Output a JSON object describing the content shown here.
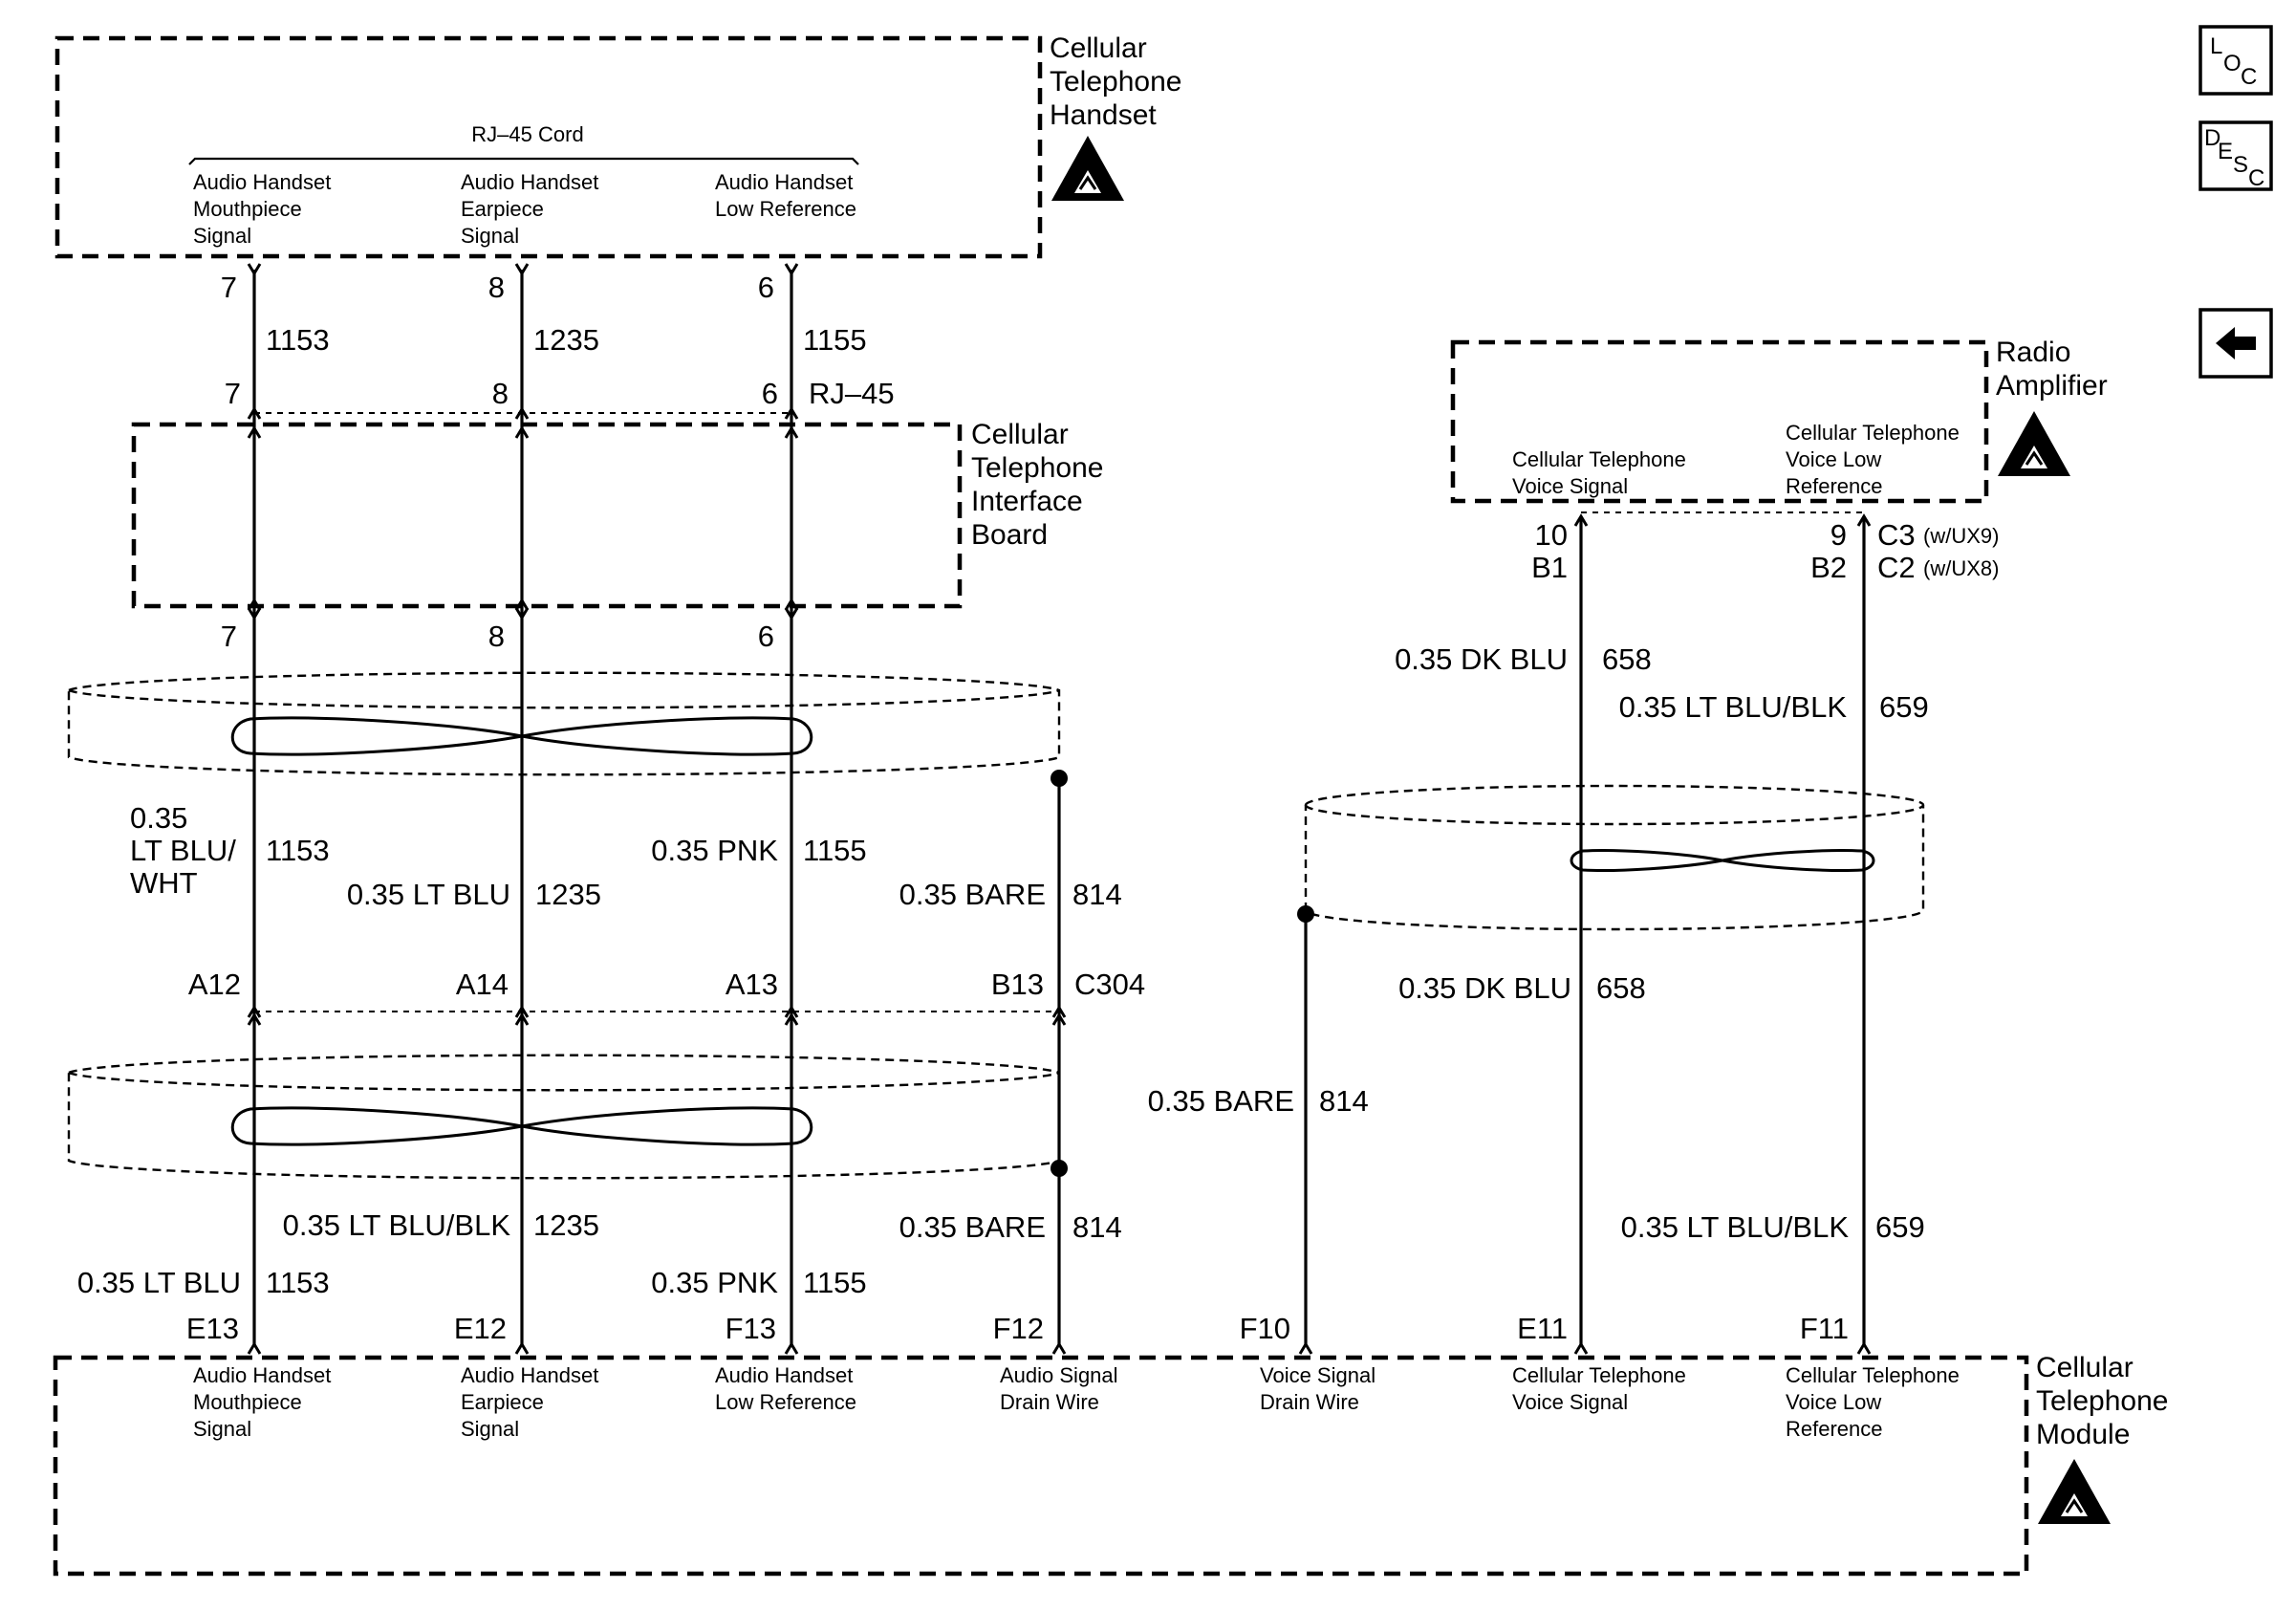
{
  "components": {
    "handset": {
      "title": [
        "Cellular",
        "Telephone",
        "Handset"
      ]
    },
    "rj45_cord": "RJ–45 Cord",
    "interface_board": {
      "title": [
        "Cellular",
        "Telephone",
        "Interface",
        "Board"
      ]
    },
    "radio_amp": {
      "title": [
        "Radio",
        "Amplifier"
      ]
    },
    "module": {
      "title": [
        "Cellular",
        "Telephone",
        "Module"
      ]
    }
  },
  "handset_terminals": [
    [
      "Audio Handset",
      "Mouthpiece",
      "Signal"
    ],
    [
      "Audio Handset",
      "Earpiece",
      "Signal"
    ],
    [
      "Audio Handset",
      "Low Reference"
    ]
  ],
  "radio_amp_terminals": [
    [
      "Cellular Telephone",
      "Voice Signal"
    ],
    [
      "Cellular Telephone",
      "Voice Low",
      "Reference"
    ]
  ],
  "module_terminals": [
    [
      "Audio Handset",
      "Mouthpiece",
      "Signal"
    ],
    [
      "Audio Handset",
      "Earpiece",
      "Signal"
    ],
    [
      "Audio Handset",
      "Low Reference"
    ],
    [
      "Audio Signal",
      "Drain Wire"
    ],
    [
      "Voice Signal",
      "Drain Wire"
    ],
    [
      "Cellular Telephone",
      "Voice Signal"
    ],
    [
      "Cellular Telephone",
      "Voice Low",
      "Reference"
    ]
  ],
  "pins": {
    "handset": [
      "7",
      "8",
      "6"
    ],
    "rj45_top": [
      "7",
      "8",
      "6"
    ],
    "rj45_name": "RJ–45",
    "board_bottom": [
      "7",
      "8",
      "6"
    ],
    "c304": [
      "A12",
      "A14",
      "A13",
      "B13"
    ],
    "c304_name": "C304",
    "module": [
      "E13",
      "E12",
      "F13",
      "F12",
      "F10",
      "E11",
      "F11"
    ],
    "amp_c3": [
      "10",
      "9"
    ],
    "amp_c2": [
      "B1",
      "B2"
    ],
    "amp_c3_name": "C3",
    "amp_c3_note": "(w/UX9)",
    "amp_c2_name": "C2",
    "amp_c2_note": "(w/UX8)"
  },
  "wires": {
    "cord_circuits": [
      "1153",
      "1235",
      "1155"
    ],
    "w1_color": [
      "0.35",
      "LT BLU/",
      "WHT"
    ],
    "w1_circuit": "1153",
    "w2_color": "0.35 LT BLU",
    "w2_circuit": "1235",
    "w3_color": "0.35 PNK",
    "w3_circuit": "1155",
    "drain_color": "0.35 BARE",
    "drain_circuit": "814",
    "lw1_color": "0.35 LT BLU",
    "lw1_circuit": "1153",
    "lw2_color": "0.35 LT BLU/BLK",
    "lw2_circuit": "1235",
    "lw3_color": "0.35 PNK",
    "lw3_circuit": "1155",
    "ldrain_color": "0.35 BARE",
    "ldrain_circuit": "814",
    "amp_w1_color": "0.35 DK BLU",
    "amp_w1_circuit": "658",
    "amp_w2_color": "0.35 LT BLU/BLK",
    "amp_w2_circuit": "659",
    "amp_lw1_color": "0.35 DK BLU",
    "amp_lw1_circuit": "658",
    "amp_ldrain_color": "0.35 BARE",
    "amp_ldrain_circuit": "814",
    "amp_lw2_color": "0.35 LT BLU/BLK",
    "amp_lw2_circuit": "659"
  },
  "nav": {
    "loc": [
      "L",
      "O",
      "C"
    ],
    "desc": [
      "D",
      "E",
      "S",
      "C"
    ]
  }
}
